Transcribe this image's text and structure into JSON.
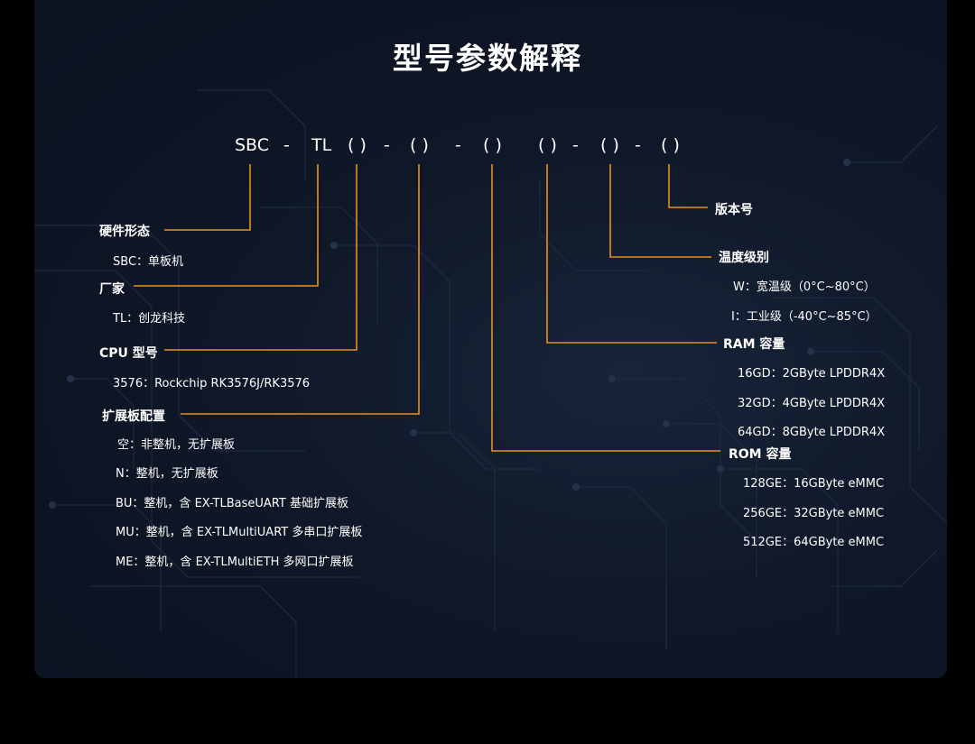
{
  "title": "型号参数解释",
  "code": {
    "sbc": "SBC",
    "dash": "-",
    "tl": "TL",
    "paren": "( )"
  },
  "left": {
    "form": {
      "header": "硬件形态",
      "items": [
        "SBC：单板机"
      ]
    },
    "maker": {
      "header": "厂家",
      "items": [
        "TL：创龙科技"
      ]
    },
    "cpu": {
      "header": "CPU 型号",
      "items": [
        "3576：Rockchip RK3576J/RK3576"
      ]
    },
    "expansion": {
      "header": "扩展板配置",
      "items": [
        "空：非整机，无扩展板",
        "N：整机，无扩展板",
        "BU：整机，含 EX-TLBaseUART 基础扩展板",
        "MU：整机，含 EX-TLMultiUART 多串口扩展板",
        "ME：整机，含 EX-TLMultiETH 多网口扩展板"
      ]
    }
  },
  "right": {
    "version": {
      "header": "版本号"
    },
    "temperature": {
      "header": "温度级别",
      "items": [
        "W：宽温级（0°C~80°C）",
        "I：工业级（-40°C~85°C）"
      ]
    },
    "ram": {
      "header": "RAM 容量",
      "items": [
        "16GD：2GByte LPDDR4X",
        "32GD：4GByte LPDDR4X",
        "64GD：8GByte LPDDR4X"
      ]
    },
    "rom": {
      "header": "ROM 容量",
      "items": [
        "128GE：16GByte eMMC",
        "256GE：32GByte eMMC",
        "512GE：64GByte eMMC"
      ]
    }
  },
  "colors": {
    "leader_line": "#e8911e",
    "background": "#0f1828",
    "outer": "#000000",
    "text": "#ffffff"
  }
}
